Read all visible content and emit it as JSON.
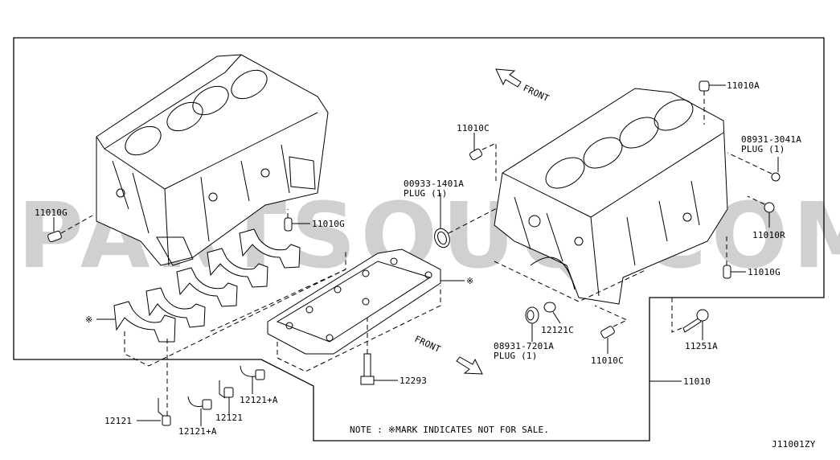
{
  "diagram": {
    "title": "Cylinder Block & Oil Pan exploded view",
    "diagram_code": "J11001ZY",
    "watermark": "PARTSOUQ.COM",
    "note": "NOTE : ※MARK INDICATES NOT FOR SALE.",
    "not_for_sale_mark": "※",
    "front_arrows": [
      {
        "label": "FRONT",
        "direction": "up-left"
      },
      {
        "label": "FRONT",
        "direction": "down-right"
      }
    ],
    "callouts": [
      {
        "id": "c-11010A",
        "part": "11010A"
      },
      {
        "id": "c-08931-3041A",
        "part": "08931-3041A",
        "sub": "PLUG (1)"
      },
      {
        "id": "c-11010C-top",
        "part": "11010C"
      },
      {
        "id": "c-00933-1401A",
        "part": "00933-1401A",
        "sub": "PLUG (1)"
      },
      {
        "id": "c-11010G-left",
        "part": "11010G"
      },
      {
        "id": "c-11010G-mid",
        "part": "11010G"
      },
      {
        "id": "c-11010R",
        "part": "11010R"
      },
      {
        "id": "c-11010G-right",
        "part": "11010G"
      },
      {
        "id": "c-12121C",
        "part": "12121C"
      },
      {
        "id": "c-08931-7201A",
        "part": "08931-7201A",
        "sub": "PLUG (1)"
      },
      {
        "id": "c-11010C-bottom",
        "part": "11010C"
      },
      {
        "id": "c-11251A",
        "part": "11251A"
      },
      {
        "id": "c-11010",
        "part": "11010"
      },
      {
        "id": "c-12293",
        "part": "12293"
      },
      {
        "id": "c-12121-a",
        "part": "12121"
      },
      {
        "id": "c-12121A-a",
        "part": "12121+A"
      },
      {
        "id": "c-12121-b",
        "part": "12121"
      },
      {
        "id": "c-12121A-b",
        "part": "12121+A"
      },
      {
        "id": "c-mark-caps",
        "part": "※"
      },
      {
        "id": "c-mark-ladder",
        "part": "※"
      }
    ]
  }
}
